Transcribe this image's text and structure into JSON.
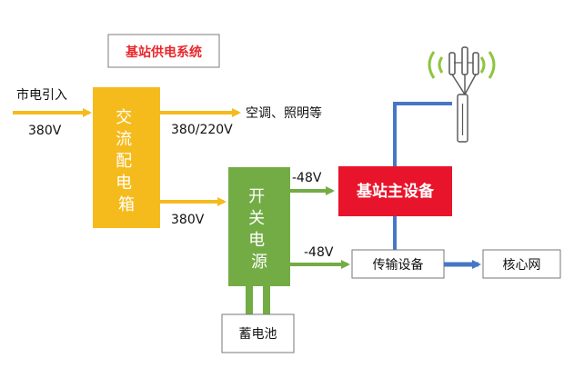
{
  "diagram": {
    "title": "基站供电系统",
    "nodes": {
      "ac_distribution": "交流配电箱",
      "switch_power": "开关电源",
      "battery": "蓄电池",
      "bts_main": "基站主设备",
      "transmission": "传输设备",
      "core_network": "核心网"
    },
    "labels": {
      "mains_input": "市电引入",
      "mains_voltage": "380V",
      "ac_out_voltage": "380/220V",
      "ac_loads": "空调、照明等",
      "to_switch_voltage": "380V",
      "dc_to_bts": "-48V",
      "dc_to_transmission": "-48V"
    },
    "colors": {
      "title_red": "#e8262b",
      "yellow": "#f5bb1d",
      "green": "#73ac45",
      "red": "#e8142b",
      "blue": "#4677c6",
      "antenna_green": "#8cc63f",
      "gray_border": "#777777"
    },
    "icons": {
      "antenna": "radio-tower-icon"
    }
  }
}
